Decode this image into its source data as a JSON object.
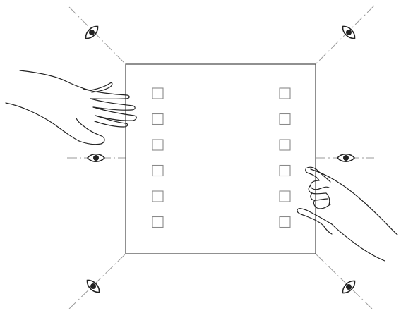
{
  "diagram": {
    "panel": {
      "left_column_buttons": 6,
      "right_column_buttons": 6
    },
    "viewers": [
      {
        "name": "eye-icon-top-left"
      },
      {
        "name": "eye-icon-top-right"
      },
      {
        "name": "eye-icon-left"
      },
      {
        "name": "eye-icon-right"
      },
      {
        "name": "eye-icon-bottom-left"
      },
      {
        "name": "eye-icon-bottom-right"
      }
    ],
    "hands": [
      {
        "name": "left-hand-touching-panel"
      },
      {
        "name": "right-hand-touching-panel"
      }
    ],
    "colors": {
      "ink": "#222222",
      "sight_line": "#9a9a9a",
      "button_stroke": "#8a8a8a",
      "panel_stroke": "#555555"
    }
  }
}
